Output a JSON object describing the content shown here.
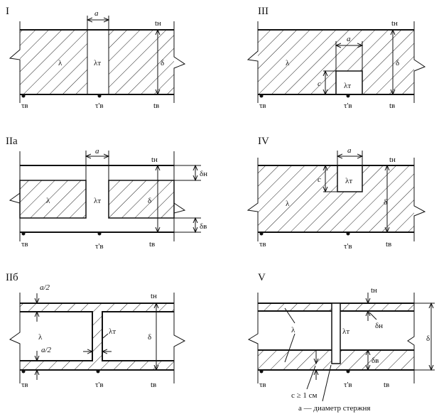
{
  "panels": [
    {
      "id": "I",
      "label": "I"
    },
    {
      "id": "III",
      "label": "III"
    },
    {
      "id": "IIa",
      "label": "IIa"
    },
    {
      "id": "IV",
      "label": "IV"
    },
    {
      "id": "IIb",
      "label": "IIб"
    },
    {
      "id": "V",
      "label": "V"
    }
  ],
  "symbols": {
    "a": "a",
    "a_half": "a/2",
    "c": "c",
    "lambda": "λ",
    "lambda_t": "λт",
    "delta": "δ",
    "delta_n": "δн",
    "delta_v": "δв",
    "t_n": "tн",
    "t_v": "tв",
    "tau_v": "τв",
    "tau_v_prime": "τ'в"
  },
  "notes": {
    "c_min": "c ≥ 1 см",
    "a_def": "a — диаметр стержня"
  }
}
